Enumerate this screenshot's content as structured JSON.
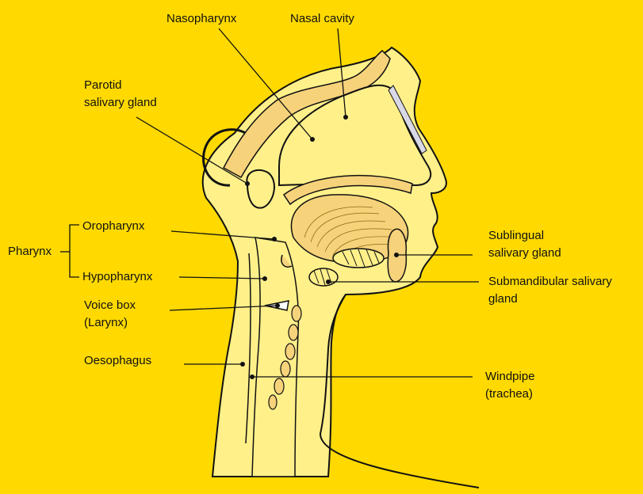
{
  "colors": {
    "background": "#ffd900",
    "tissue": "#fff08a",
    "bone": "#f6d27a",
    "outline": "#111111"
  },
  "labels": {
    "nasopharynx": "Nasopharynx",
    "nasal_cavity": "Nasal cavity",
    "parotid_line1": "Parotid",
    "parotid_line2": "salivary gland",
    "oropharynx": "Oropharynx",
    "pharynx": "Pharynx",
    "hypopharynx": "Hypopharynx",
    "voice_box_line1": "Voice box",
    "voice_box_line2": "(Larynx)",
    "oesophagus": "Oesophagus",
    "sublingual_line1": "Sublingual",
    "sublingual_line2": "salivary gland",
    "submandibular_line1": "Submandibular salivary",
    "submandibular_line2": "gland",
    "windpipe_line1": "Windpipe",
    "windpipe_line2": "(trachea)"
  }
}
